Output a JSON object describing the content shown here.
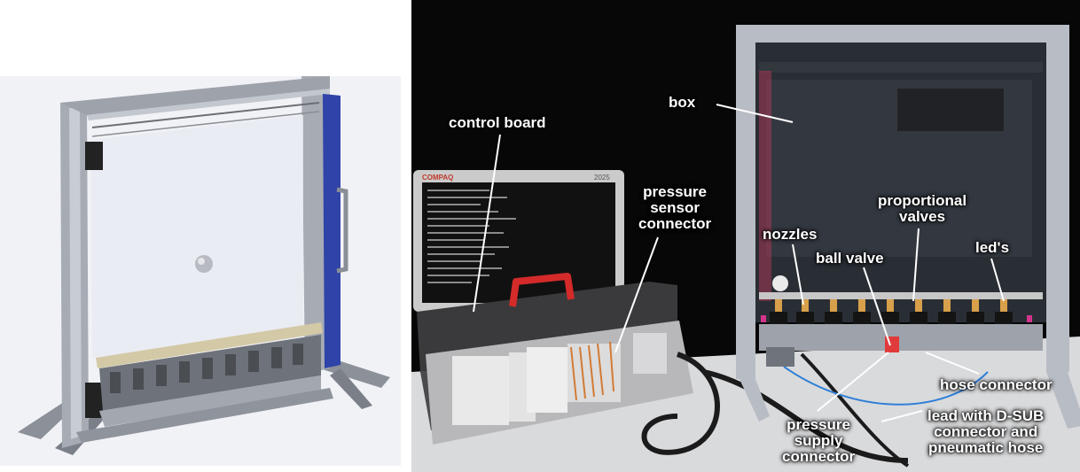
{
  "labels": {
    "control_board": "control board",
    "box": "box",
    "pressure_sensor_connector": [
      "pressure",
      "sensor",
      "connector"
    ],
    "proportional_valves": [
      "proportional",
      "valves"
    ],
    "nozzles": "nozzles",
    "ball_valve": "ball valve",
    "leds": "led's",
    "hose_connector": "hose connector",
    "pressure_supply_connector": [
      "pressure",
      "supply",
      "connector"
    ],
    "lead_dsub": [
      "lead with D-SUB",
      "connector and",
      "pneumatic hose"
    ]
  },
  "monitor": {
    "brand": "COMPAQ",
    "model": "2025"
  },
  "colors": {
    "label_text": "#ffffff",
    "background_photo": "#070707",
    "frame_aluminium": "#b8bcc4",
    "cad_background": "#f4f5f8",
    "cad_blue_bar": "#2f43a8",
    "handle_red": "#d42a2a",
    "plc_module": "#e9e9ea",
    "hose_blue": "#2f7fd8"
  }
}
